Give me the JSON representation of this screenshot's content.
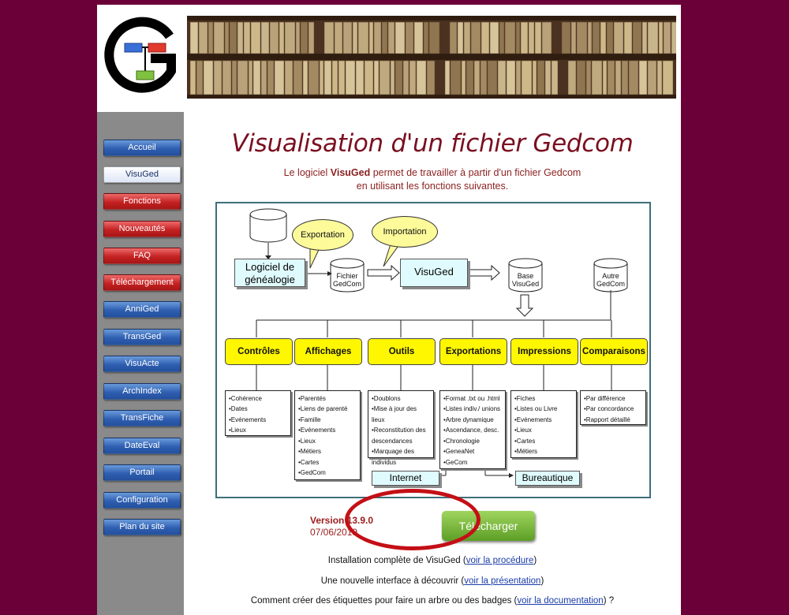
{
  "nav": {
    "items": [
      {
        "label": "Accueil",
        "style": "blue"
      },
      {
        "label": "VisuGed",
        "style": "active"
      },
      {
        "label": "Fonctions",
        "style": "red"
      },
      {
        "label": "Nouveautés",
        "style": "red"
      },
      {
        "label": "FAQ",
        "style": "red"
      },
      {
        "label": "Téléchargement",
        "style": "red"
      },
      {
        "label": "AnniGed",
        "style": "blue"
      },
      {
        "label": "TransGed",
        "style": "blue"
      },
      {
        "label": "VisuActe",
        "style": "blue"
      },
      {
        "label": "ArchIndex",
        "style": "blue"
      },
      {
        "label": "TransFiche",
        "style": "blue"
      },
      {
        "label": "DateEval",
        "style": "blue"
      },
      {
        "label": "Portail",
        "style": "blue"
      },
      {
        "label": "Configuration",
        "style": "blue"
      },
      {
        "label": "Plan du site",
        "style": "blue"
      }
    ]
  },
  "header": {
    "title": "Visualisation d'un fichier Gedcom"
  },
  "intro": {
    "line1_pre": "Le logiciel ",
    "line1_bold": "VisuGed",
    "line1_post": " permet de travailler à partir d'un fichier Gedcom",
    "line2": "en utilisant les fonctions suivantes."
  },
  "diagram": {
    "logiciel_line1": "Logiciel de",
    "logiciel_line2": "généalogie",
    "exportation": "Exportation",
    "importation": "Importation",
    "fichier_line1": "Fichier",
    "fichier_line2": "GedCom",
    "visuged": "VisuGed",
    "base_line1": "Base",
    "base_line2": "VisuGed",
    "autre_line1": "Autre",
    "autre_line2": "GedCom",
    "internet": "Internet",
    "bureautique": "Bureautique",
    "categories": [
      {
        "title": "Contrôles",
        "items": [
          "•Cohérence",
          "•Dates",
          "•Evénements",
          "•Lieux"
        ]
      },
      {
        "title": "Affichages",
        "items": [
          "•Parentés",
          "•Liens de parenté",
          "•Famille",
          "•Evénements",
          "•Lieux",
          "•Métiers",
          "•Cartes",
          "•GedCom"
        ]
      },
      {
        "title": "Outils",
        "items": [
          "•Doublons",
          "•Mise à jour des",
          "lieux",
          "•Reconstitution des",
          "descendances",
          "•Marquage des",
          "individus"
        ]
      },
      {
        "title": "Exportations",
        "items": [
          "•Format .txt ou .html",
          "•Listes indiv./ unions",
          "•Arbre dynamique",
          "•Ascendance, desc.",
          "•Chronologie",
          "•GeneaNet",
          "•GeCom"
        ]
      },
      {
        "title": "Impressions",
        "items": [
          "•Fiches",
          "•Listes ou Livre",
          "•Evénements",
          "•Lieux",
          "•Cartes",
          "•Métiers"
        ]
      },
      {
        "title": "Comparaisons",
        "items": [
          "•Par différence",
          "•Par concordance",
          "•Rapport détaillé"
        ]
      }
    ]
  },
  "version": {
    "label": "Version 13.9.0",
    "date": "07/06/2019"
  },
  "download": {
    "label": "Télécharger"
  },
  "info": {
    "install_pre": "Installation complète de VisuGed (",
    "install_link": "voir la procédure",
    "install_post": ")",
    "interface_pre": "Une nouvelle interface à découvrir (",
    "interface_link": "voir la présentation",
    "interface_post": ")",
    "labels_pre": "Comment créer des étiquettes pour faire un arbre ou des badges (",
    "labels_link": "voir la documentation",
    "labels_post": ") ?"
  },
  "colors": {
    "background": "#6b0038",
    "title": "#7a0f1f",
    "accent_ring": "#c40f16",
    "download_button": "#6fb033"
  }
}
